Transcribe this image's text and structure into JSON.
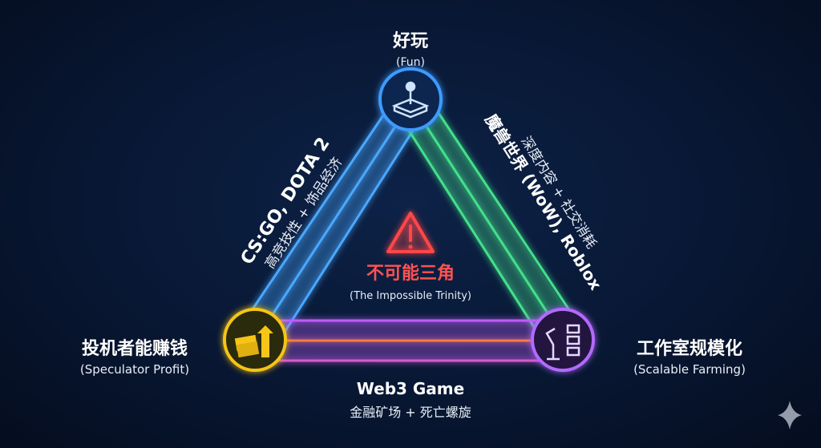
{
  "title": {
    "zh": "不可能三角",
    "en": "(The Impossible Trinity)"
  },
  "vertices": {
    "top": {
      "zh": "好玩",
      "en": "(Fun)",
      "icon": "joystick-icon",
      "color": "#3d9bff"
    },
    "left": {
      "zh": "投机者能赚钱",
      "en": "(Speculator Profit)",
      "icon": "money-growth-icon",
      "color": "#f5c518"
    },
    "right": {
      "zh": "工作室规模化",
      "en": "(Scalable Farming)",
      "icon": "robot-arm-servers-icon",
      "color": "#b36bff"
    }
  },
  "edges": {
    "left": {
      "title": "CS:GO, DOTA 2",
      "subtitle": "高竞技性 + 饰品经济",
      "color": "#4aa8ff"
    },
    "right": {
      "title": "魔兽世界 (WoW), Roblox",
      "subtitle": "深度内容 + 社交消耗",
      "color": "#43e08a"
    },
    "bottom": {
      "title": "Web3 Game",
      "subtitle": "金融矿场 + 死亡螺旋",
      "colors": [
        "#c05cff",
        "#ff7a3d"
      ]
    }
  },
  "warning_color": "#ff4747",
  "watermark_icon": "sparkle-icon"
}
